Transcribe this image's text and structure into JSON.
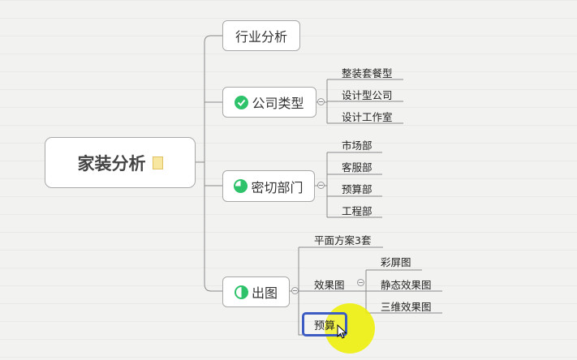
{
  "root": {
    "label": "家装分析",
    "icon": "note-icon"
  },
  "topics": [
    {
      "label": "行业分析"
    },
    {
      "label": "公司类型",
      "icon": "check-circle-icon",
      "children": [
        "整装套餐型",
        "设计型公司",
        "设计工作室"
      ]
    },
    {
      "label": "密切部门",
      "icon": "progress-75-icon",
      "children": [
        "市场部",
        "客服部",
        "预算部",
        "工程部"
      ]
    },
    {
      "label": "出图",
      "icon": "progress-50-icon",
      "children": [
        "平面方案3套",
        "效果图",
        "预算"
      ],
      "sub_children": [
        "彩屏图",
        "静态效果图",
        "三维效果图"
      ]
    }
  ],
  "colors": {
    "accent_green": "#2ec36b",
    "selection": "#3c5cc4",
    "highlight": "#eef000"
  }
}
